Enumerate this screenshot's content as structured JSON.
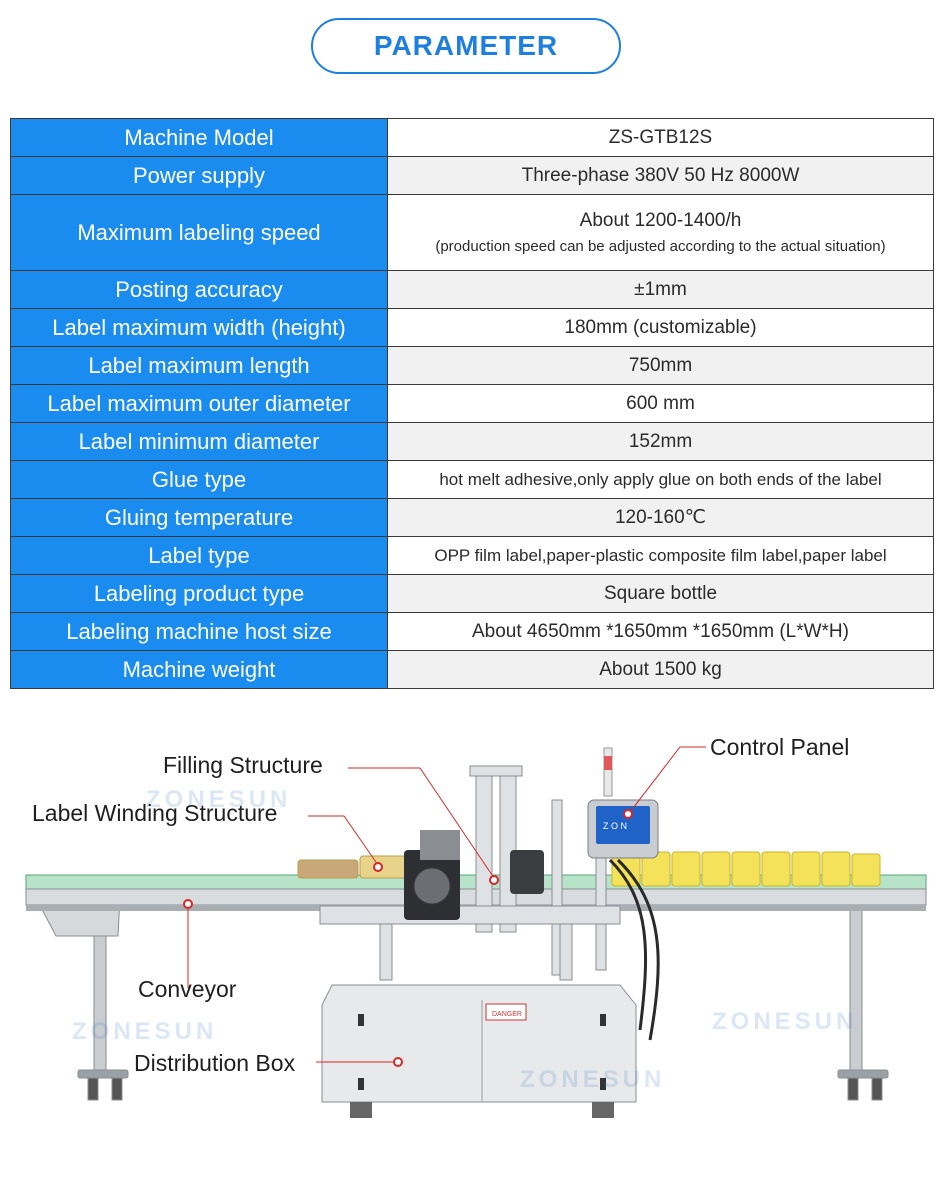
{
  "header": {
    "title": "PARAMETER"
  },
  "table": {
    "rows": [
      {
        "key": "Machine Model",
        "value": "ZS-GTB12S"
      },
      {
        "key": "Power supply",
        "value": "Three-phase 380V 50 Hz 8000W"
      },
      {
        "key": "Maximum labeling speed",
        "value": "About 1200-1400/h",
        "note": "(production speed can be adjusted according to the actual situation)"
      },
      {
        "key": "Posting accuracy",
        "value": "±1mm"
      },
      {
        "key": "Label maximum width (height)",
        "value": "180mm (customizable)"
      },
      {
        "key": "Label maximum length",
        "value": "750mm"
      },
      {
        "key": "Label maximum outer diameter",
        "value": "600 mm"
      },
      {
        "key": "Label minimum diameter",
        "value": "152mm"
      },
      {
        "key": "Glue type",
        "value": "hot melt adhesive,only apply glue on both ends of the label"
      },
      {
        "key": "Gluing temperature",
        "value": "120-160℃"
      },
      {
        "key": "Label type",
        "value": "OPP film label,paper-plastic composite film label,paper label"
      },
      {
        "key": "Labeling product type",
        "value": "Square bottle"
      },
      {
        "key": "Labeling machine host size",
        "value": "About 4650mm *1650mm *1650mm (L*W*H)"
      },
      {
        "key": "Machine weight",
        "value": "About 1500 kg"
      }
    ]
  },
  "callouts": {
    "filling": "Filling Structure",
    "winding": "Label Winding Structure",
    "control": "Control Panel",
    "conveyor": "Conveyor",
    "distribution": "Distribution Box"
  },
  "watermark": "ZONESUN",
  "machine_screen": "Z O N",
  "danger_label": "DANGER",
  "colors": {
    "accent": "#1a8cf0",
    "pill_border": "#1e7fe0",
    "leader": "#d62828"
  }
}
